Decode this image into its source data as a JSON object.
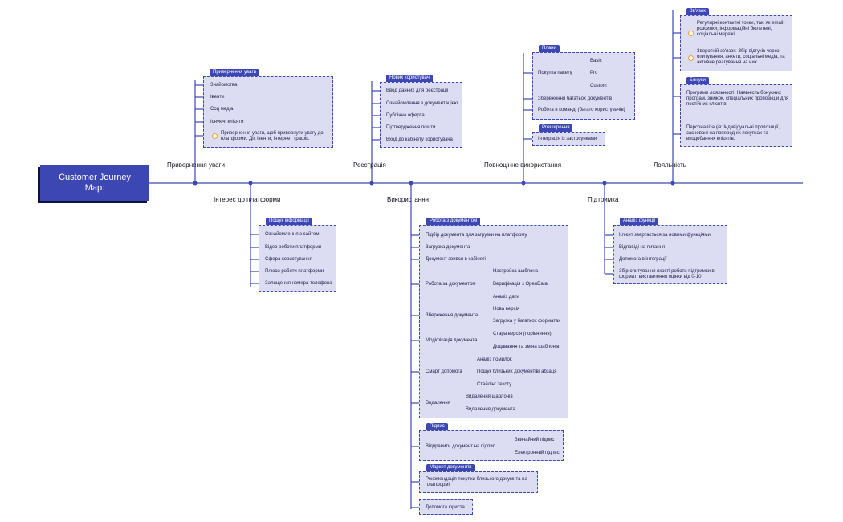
{
  "title": "Customer Journey Map:",
  "colors": {
    "primary": "#3d47b4",
    "box_fill": "#dcddf3",
    "dark_shadow": "#0f1240",
    "accent_bullet": "#f0a22e"
  },
  "stages": {
    "awareness": "Привернення уваги",
    "registration": "Реєстрація",
    "full_use": "Повноцінне використання",
    "loyalty": "Лояльність",
    "interest": "Інтерес до платформи",
    "usage": "Використання",
    "support": "Підтримка"
  },
  "awareness_box": {
    "tag": "Привернення уваги",
    "items": [
      "Знайомства",
      "Івенти",
      "Соц медіа",
      "Існуючі клієнти"
    ],
    "note": "Привернення уваги, щоб привернути увагу до платформи. Діх івенти, інтернет трафік."
  },
  "registration_box": {
    "tag": "Нових користувач",
    "items": [
      "Ввод данних для реєстрації",
      "Ознайомлення з документацією",
      "Публічна оферта",
      "Підтвердження пошти",
      "Вход до кабінету користувача"
    ]
  },
  "plans_box": {
    "tag": "Плани",
    "purchase": "Покупка пакету",
    "options": [
      "Basic",
      "Pro",
      "Custom"
    ],
    "items": [
      "Збереження багатьох документів",
      "Робота в команді (багато користувачів)"
    ]
  },
  "extensions_box": {
    "tag": "Розширення",
    "items": [
      "Інтеграція із застосунками"
    ]
  },
  "feedback_box": {
    "tag": "Зв'язок",
    "items": [
      "Регулярні контактні точки, такі як email-розсилки, інформаційні бюлетені, соціальні мережі.",
      "Зворотній зв'язок: Збір відгуків через опитування, анкети, соціальні медіа, та активне реагування на них."
    ]
  },
  "bonus_box": {
    "tag": "Бонуси",
    "items": [
      "Програми лояльності: Наявність бонусних програм, знижок, спеціальних пропозицій для постійних клієнтів.",
      "Персоналізація: Індивідуальні пропозиції, засновані на попередніх покупках та вподобаннях клієнтів."
    ]
  },
  "info_box": {
    "tag": "Пошук інформації",
    "items": [
      "Ознайомлення з сайтом",
      "Відео роботи платформи",
      "Сфера користування",
      "Плюси роботи платформи",
      "Залищення номера телефона"
    ]
  },
  "docs_box": {
    "tag": "Робота з документом",
    "items": [
      "Підбір документа для загрузки на платформу",
      "Загрузка документа",
      "Документ звився в кабінеті"
    ],
    "work": {
      "label": "Робота за документом",
      "subs": [
        "Настройка шаблона",
        "Верифікація з OpenData",
        "Аналіз дати"
      ]
    },
    "save": {
      "label": "Збереження документа",
      "subs": [
        "Нова версія",
        "Загрузка у багатьох форматах"
      ]
    },
    "modify": {
      "label": "Модіфікація документа",
      "subs": [
        "Стара версія (порівняння)",
        "Додавання та зміна шаблонів"
      ]
    },
    "smart": {
      "label": "Смарт допомога",
      "subs": [
        "Аналіз помилок",
        "Пошук близьких документів/ абзаця",
        "Стайлінг тексту"
      ]
    },
    "delete": {
      "label": "Видалення",
      "subs": [
        "Видалення шаблонів",
        "Видалення документа"
      ]
    }
  },
  "sign_box": {
    "tag": "Підпис",
    "label": "Відправити документ на підпис",
    "subs": [
      "Звичайний підпис",
      "Електронний підпис"
    ]
  },
  "market_box": {
    "tag": "Маркет документів",
    "items": [
      "Рекомендація покупки близького докумнта на платформі"
    ]
  },
  "lawyer_box": {
    "items": [
      "Допомога юриста"
    ]
  },
  "support_box": {
    "tag": "Аналіз функції",
    "items": [
      "Клієнт звертається за новими функціями",
      "Відповіді на питання",
      "Допомога в інтеграції",
      "Збір опитування якості роботи підтримки в форматі виставлення оцінки від 0-10"
    ]
  }
}
